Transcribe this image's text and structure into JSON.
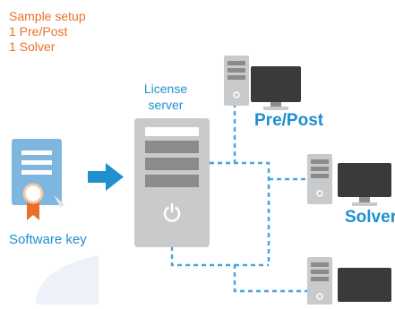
{
  "setup_note": {
    "title": "Sample setup",
    "line1": "1 Pre/Post",
    "line2": "1 Solver"
  },
  "license_server": {
    "label_line1": "License",
    "label_line2": "server",
    "power_icon": "power-icon"
  },
  "software_key": {
    "label": "Software key",
    "icon": "certificate-icon"
  },
  "workstations": [
    {
      "label": "Pre/Post",
      "icon": "desktop-computer-icon"
    },
    {
      "label": "Solver",
      "icon": "desktop-computer-icon"
    },
    {
      "label": "",
      "icon": "desktop-computer-icon"
    }
  ],
  "colors": {
    "note_text": "#e8702a",
    "label_blue": "#1e8fcf",
    "server_gray": "#c9cacb",
    "drive_gray": "#8a8b8d",
    "connector_blue": "#4aa6db",
    "arrow_blue": "#1e8fcf",
    "monitor_dark": "#3a3a3a",
    "certificate_blue": "#7fb6e0",
    "ribbon_orange": "#e8702a"
  }
}
